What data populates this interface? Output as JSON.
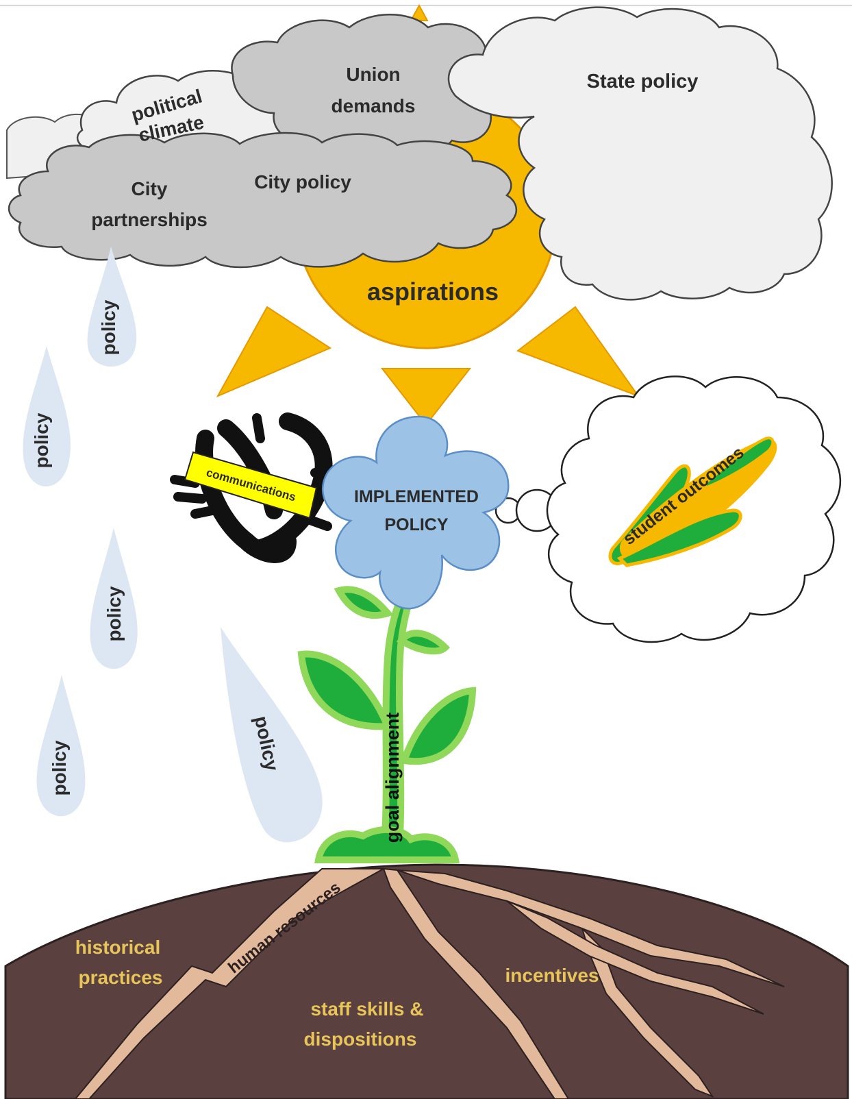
{
  "clouds": {
    "political_climate": [
      "political",
      "climate"
    ],
    "union_demands": [
      "Union",
      "demands"
    ],
    "state_policy": "State policy",
    "city_policy": "City policy",
    "city_partnerships": [
      "City",
      "partnerships"
    ]
  },
  "sun": {
    "label": "aspirations"
  },
  "raindrops": [
    "policy",
    "policy",
    "policy",
    "policy",
    "policy"
  ],
  "flower": {
    "label": [
      "IMPLEMENTED",
      "POLICY"
    ]
  },
  "bug": {
    "label": "communications"
  },
  "thought": {
    "label": "student outcomes"
  },
  "stem": {
    "label": "goal alignment"
  },
  "roots": {
    "human_resources": "human resources"
  },
  "soil": {
    "historical_practices": [
      "historical",
      "practices"
    ],
    "staff_skills": [
      "staff skills &",
      "dispositions"
    ],
    "incentives": "incentives"
  },
  "colors": {
    "sun": "#f7b800",
    "cloud_gray": "#c8c8c8",
    "cloud_light": "#f0f0f0",
    "raindrop": "#dde7f3",
    "flower": "#9cc3e6",
    "leaf_dark": "#1fae3c",
    "leaf_light": "#8fd85a",
    "soil": "#5b4040",
    "root": "#e2b99a",
    "soil_text": "#e8c55a",
    "highlight": "#ffff00"
  }
}
